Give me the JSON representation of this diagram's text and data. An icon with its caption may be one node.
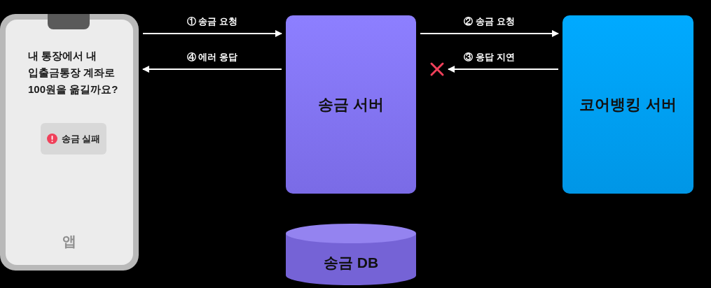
{
  "diagram": {
    "nodes": [
      {
        "text": [
          "내 통장에서 내 입출금통장 계좌로 100원을 옮길까요?",
          "앱"
        ]
      },
      {
        "text": [
          "송금 실패"
        ],
        "in": 0
      },
      {
        "text": [
          "송금 서버"
        ]
      },
      {
        "text": [
          "코어뱅킹 서버"
        ]
      },
      {
        "text": [
          "송금 DB"
        ]
      }
    ],
    "edges": [
      {
        "from": 0,
        "to": 2,
        "arrow": "to",
        "label": "① 송금 요청"
      },
      {
        "from": 2,
        "to": 0,
        "arrow": "to",
        "label": "④ 에러 응답"
      },
      {
        "from": 2,
        "to": 3,
        "arrow": "to",
        "label": "② 송금 요청"
      },
      {
        "from": 3,
        "to": 2,
        "arrow": "to",
        "label": "③ 응답 지연"
      }
    ]
  }
}
